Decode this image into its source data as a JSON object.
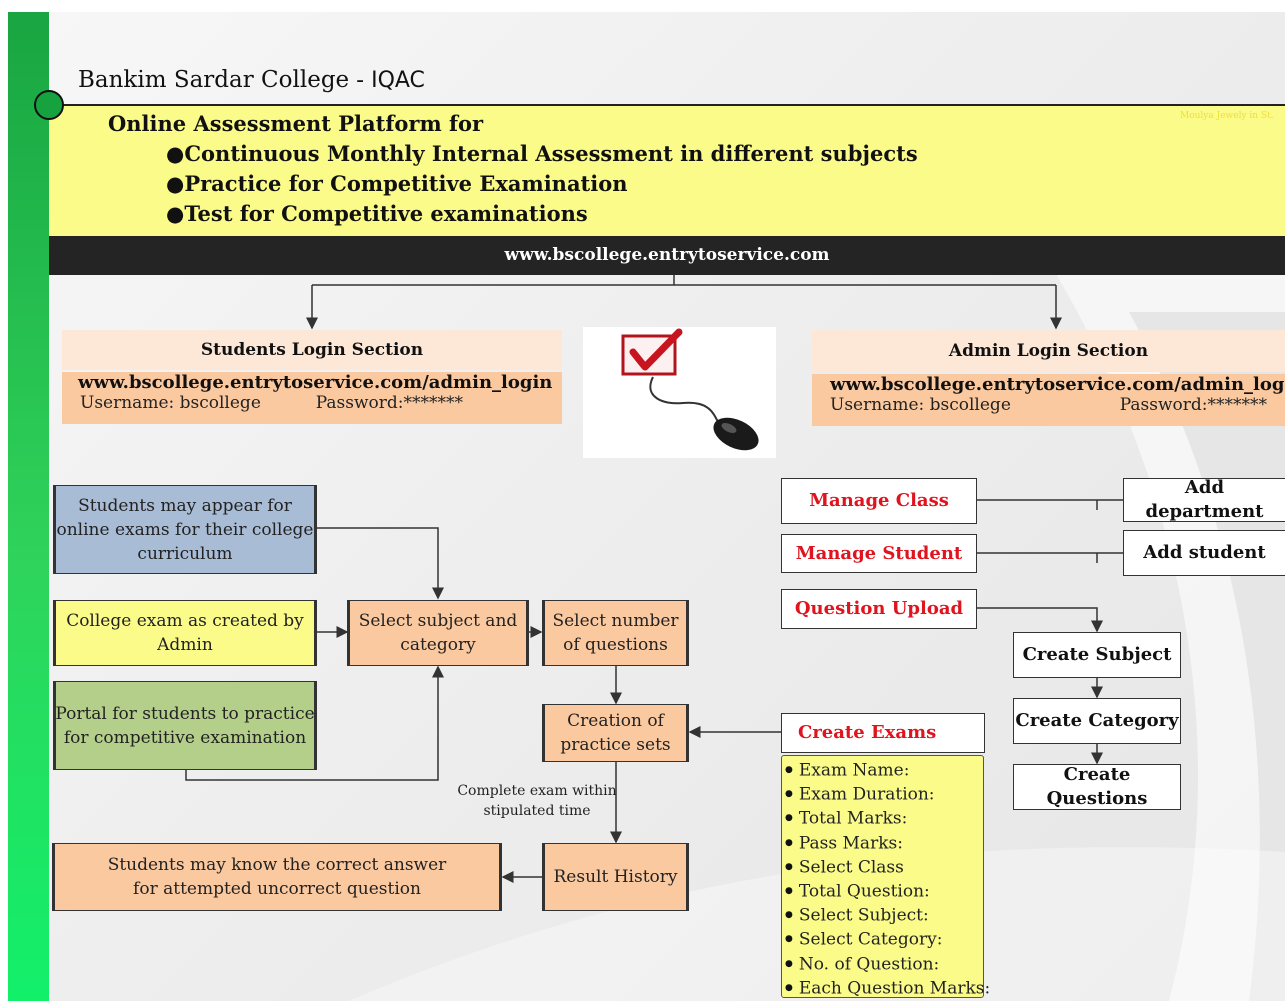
{
  "header": {
    "college": "Bankim Sardar College",
    "separator": " - ",
    "cell": "IQAC",
    "platform_heading": "Online Assessment Platform for",
    "bullets": [
      "Continuous Monthly Internal Assessment in different subjects",
      "Practice for Competitive Examination",
      "Test for Competitive examinations"
    ],
    "faint_text": "Moulya Jewely in St."
  },
  "url_bar": "www.bscollege.entrytoservice.com",
  "students_login": {
    "title": "Students Login Section",
    "url": "www.bscollege.entrytoservice.com/admin_login",
    "username": "Username: bscollege",
    "password": "Password:*******"
  },
  "admin_login": {
    "title": "Admin Login Section",
    "url": "www.bscollege.entrytoservice.com/admin_login",
    "username": "Username: bscollege",
    "password": "Password:*******"
  },
  "image": {
    "icon": "checkbox-mouse-icon"
  },
  "student_flow": {
    "appear": "Students may appear for online exams for their college curriculum",
    "college_exam": "College exam as created by Admin",
    "portal": "Portal for students to practice for competitive examination",
    "select_subject": "Select subject and category",
    "select_number": "Select number of questions",
    "creation": "Creation of practice sets",
    "complete_note": "Complete exam within stipulated time",
    "result": "Result History",
    "know_answer": "Students may know the correct answer for attempted uncorrect question"
  },
  "admin_flow": {
    "manage_class": "Manage Class",
    "manage_student": "Manage Student",
    "question_upload": "Question Upload",
    "create_exams": "Create Exams",
    "add_department": "Add department",
    "add_student": "Add student",
    "create_subject": "Create Subject",
    "create_category": "Create Category",
    "create_questions": "Create Questions",
    "exam_fields": [
      "Exam Name:",
      "Exam Duration:",
      "Total Marks:",
      "Pass Marks:",
      "Select Class",
      "Total Question:",
      "Select Subject:",
      "Select Category:",
      "No. of Question:",
      "Each Question Marks:"
    ]
  },
  "colors": {
    "green_bar": "#1fbf4e",
    "yellow_band": "#fbfb8a",
    "dark_bar": "#242424",
    "peach": "#fbc9a0",
    "blue": "#a9bcd6",
    "olive": "#b4cf8a",
    "red_text": "#e0141e"
  }
}
